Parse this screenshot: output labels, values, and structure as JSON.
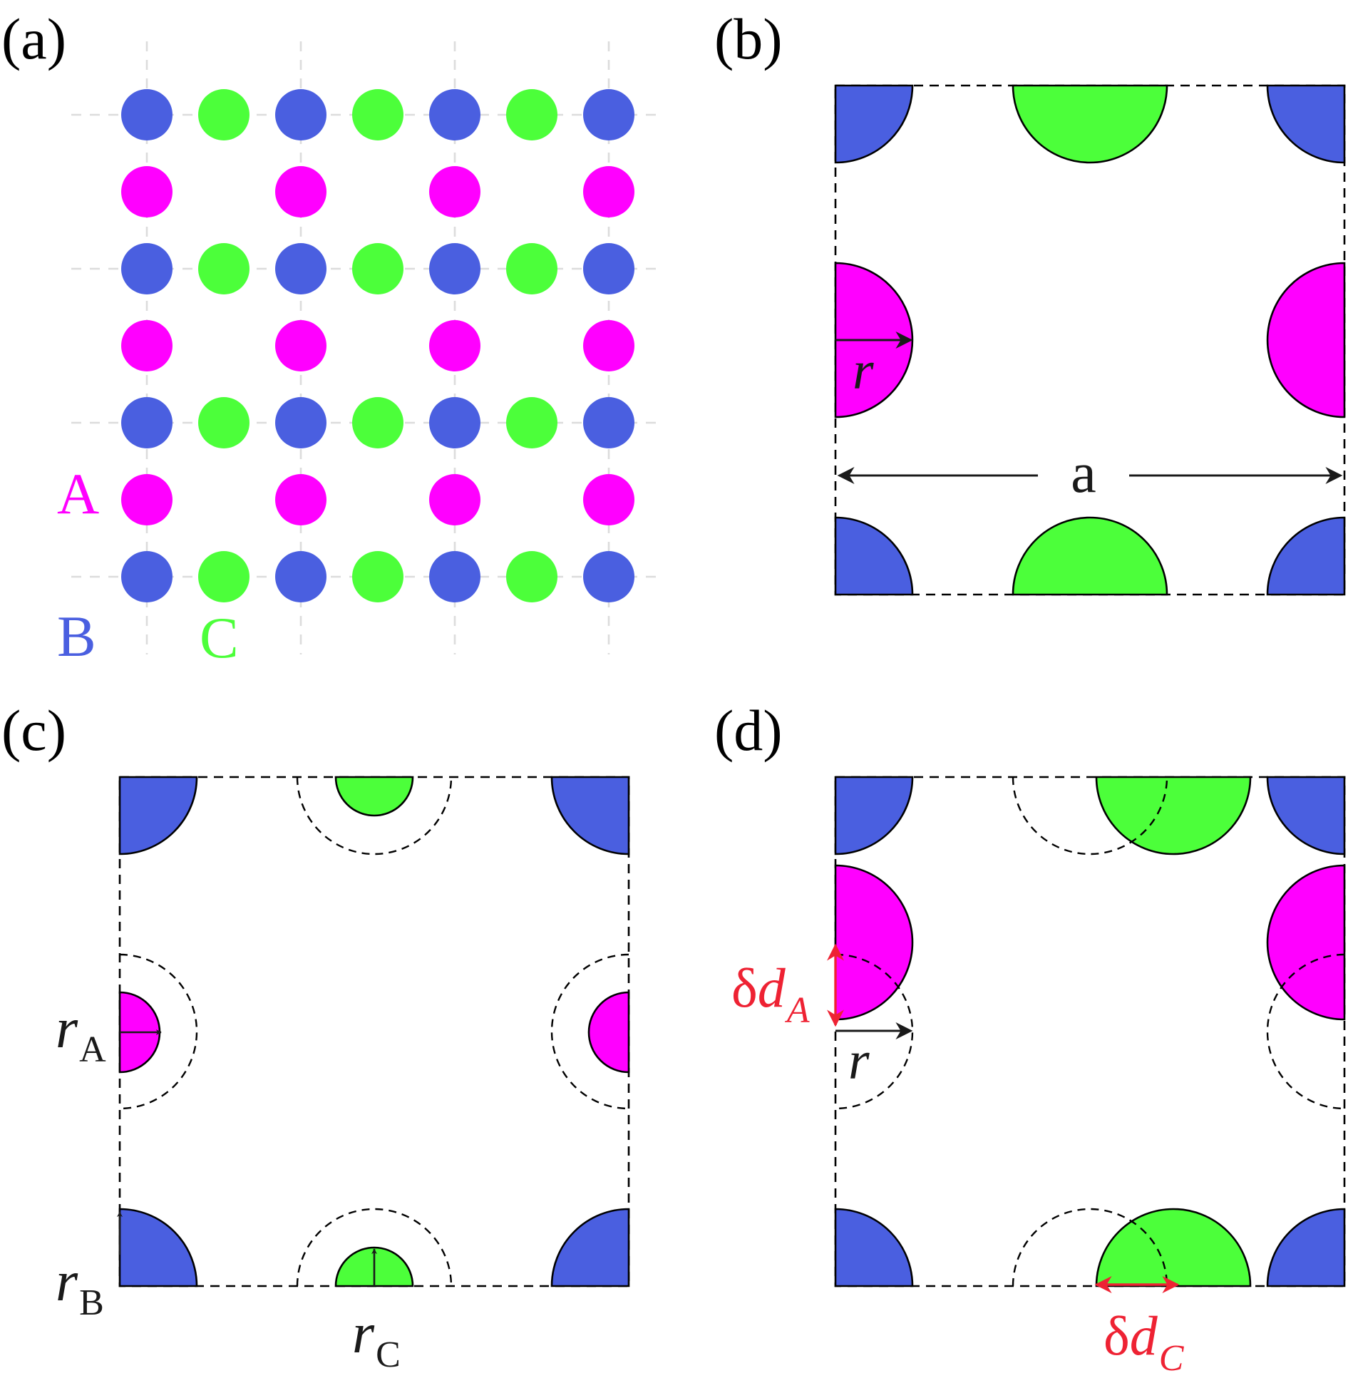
{
  "colors": {
    "A": "#ff00ff",
    "B": "#4a5fe0",
    "C": "#4cff3a",
    "annotation": "#ee2233",
    "grid": "#dcdcdc"
  },
  "panels": {
    "a": {
      "label": "(a)",
      "legend": {
        "A": "A",
        "B": "B",
        "C": "C"
      }
    },
    "b": {
      "label": "(b)",
      "radius_label": "r",
      "lattice_label": "a"
    },
    "c": {
      "label": "(c)",
      "rA_main": "r",
      "rA_sub": "A",
      "rB_main": "r",
      "rB_sub": "B",
      "rC_main": "r",
      "rC_sub": "C"
    },
    "d": {
      "label": "(d)",
      "radius_label": "r",
      "dA_delta": "δ",
      "dA_main": "d",
      "dA_sub": "A",
      "dC_delta": "δ",
      "dC_main": "d",
      "dC_sub": "C"
    }
  }
}
